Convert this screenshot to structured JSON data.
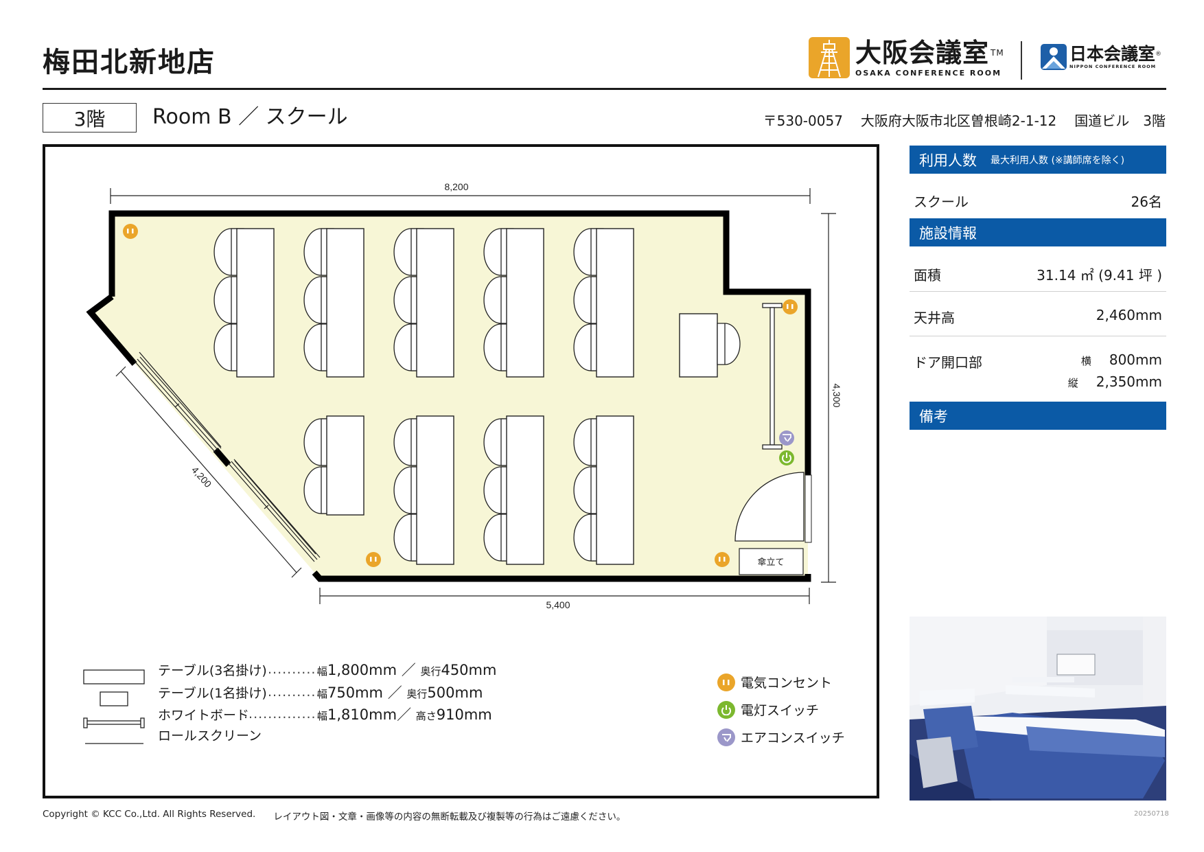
{
  "header": {
    "store_name": "梅田北新地店",
    "logo_osaka": {
      "jp": "大阪会議室",
      "tm": "TM",
      "en": "OSAKA CONFERENCE ROOM",
      "color": "#eaa52a"
    },
    "logo_nippon": {
      "jp": "日本会議室",
      "reg": "®",
      "en": "NIPPON CONFERENCE ROOM",
      "color": "#1d5fa8"
    }
  },
  "subheader": {
    "floor": "3階",
    "room": "Room B ／ スクール",
    "postal": "〒530-0057",
    "address": "大阪府大阪市北区曽根崎2-1-12",
    "building": "国道ビル　3階"
  },
  "floorplan": {
    "wall_color": "#000000",
    "floor_color": "#f7f6d6",
    "dimensions": {
      "top": "8,200",
      "right": "4,300",
      "diagonal": "4,200",
      "bottom": "5,400"
    },
    "umbrella_stand": "傘立て",
    "outlet_color": "#eaa52a",
    "light_switch_color": "#7cb82f",
    "ac_switch_color": "#9b97c9"
  },
  "legend": {
    "items": [
      {
        "label": "テーブル(3名掛け)",
        "dots": "...........",
        "spec_k1": "幅",
        "spec_v1": "1,800mm",
        "sep": "／",
        "spec_k2": "奥行",
        "spec_v2": "450mm"
      },
      {
        "label": "テーブル(1名掛け)",
        "dots": "...........",
        "spec_k1": "幅",
        "spec_v1": "750mm",
        "sep": "／",
        "spec_k2": "奥行",
        "spec_v2": "500mm"
      },
      {
        "label": "ホワイトボード",
        "dots": "................",
        "spec_k1": "幅",
        "spec_v1": "1,810mm",
        "sep": "／",
        "spec_k2": "高さ",
        "spec_v2": "910mm"
      },
      {
        "label": "ロールスクリーン"
      }
    ],
    "icons": [
      {
        "label": "電気コンセント"
      },
      {
        "label": "電灯スイッチ"
      },
      {
        "label": "エアコンスイッチ"
      }
    ]
  },
  "panel": {
    "capacity": {
      "title": "利用人数",
      "subtitle": "最大利用人数 (※講師席を除く)",
      "layout": "スクール",
      "count": "26名"
    },
    "facility": {
      "title": "施設情報",
      "area_label": "面積",
      "area_value": "31.14 ㎡ (9.41 坪 )",
      "ceiling_label": "天井高",
      "ceiling_value": "2,460mm",
      "door_label": "ドア開口部",
      "door_w_label": "横",
      "door_w_value": "800mm",
      "door_h_label": "縦",
      "door_h_value": "2,350mm"
    },
    "notes": {
      "title": "備考"
    },
    "accent_color": "#0b5aa6"
  },
  "footer": {
    "copyright": "Copyright © KCC Co.,Ltd. All Rights Reserved.",
    "notice": "レイアウト図・文章・画像等の内容の無断転載及び複製等の行為はご遠慮ください。",
    "version": "20250718"
  }
}
